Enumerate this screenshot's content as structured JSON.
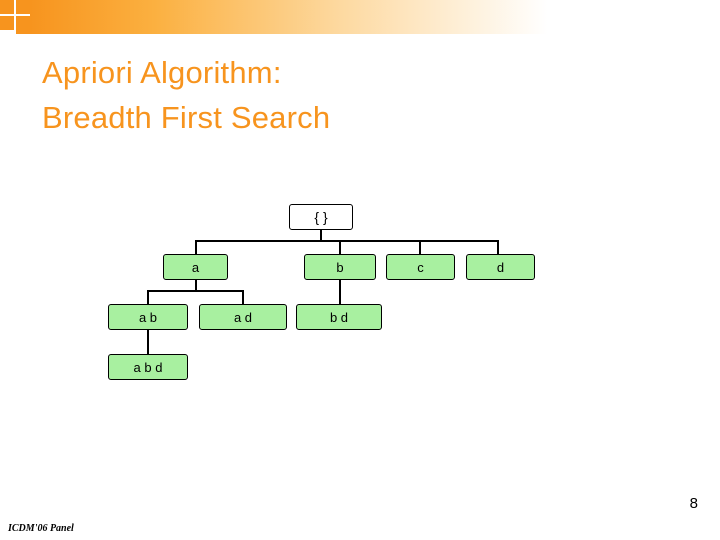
{
  "slide": {
    "title_line1": "Apriori Algorithm:",
    "title_line2": "Breadth First Search",
    "title_color": "#f7941e",
    "footer_text": "ICDM'06 Panel",
    "page_number": "8"
  },
  "diagram": {
    "node_fill": "#a8f0a0",
    "root_fill": "#ffffff",
    "border_color": "#000000",
    "levels": [
      {
        "name": "level-0",
        "nodes": [
          {
            "label": "{ }"
          }
        ]
      },
      {
        "name": "level-1",
        "nodes": [
          {
            "label": "a"
          },
          {
            "label": "b"
          },
          {
            "label": "c"
          },
          {
            "label": "d"
          }
        ]
      },
      {
        "name": "level-2",
        "nodes": [
          {
            "label": "a b"
          },
          {
            "label": "a  d"
          },
          {
            "label": "b d"
          }
        ]
      },
      {
        "name": "level-3",
        "nodes": [
          {
            "label": "a b d"
          }
        ]
      }
    ]
  }
}
